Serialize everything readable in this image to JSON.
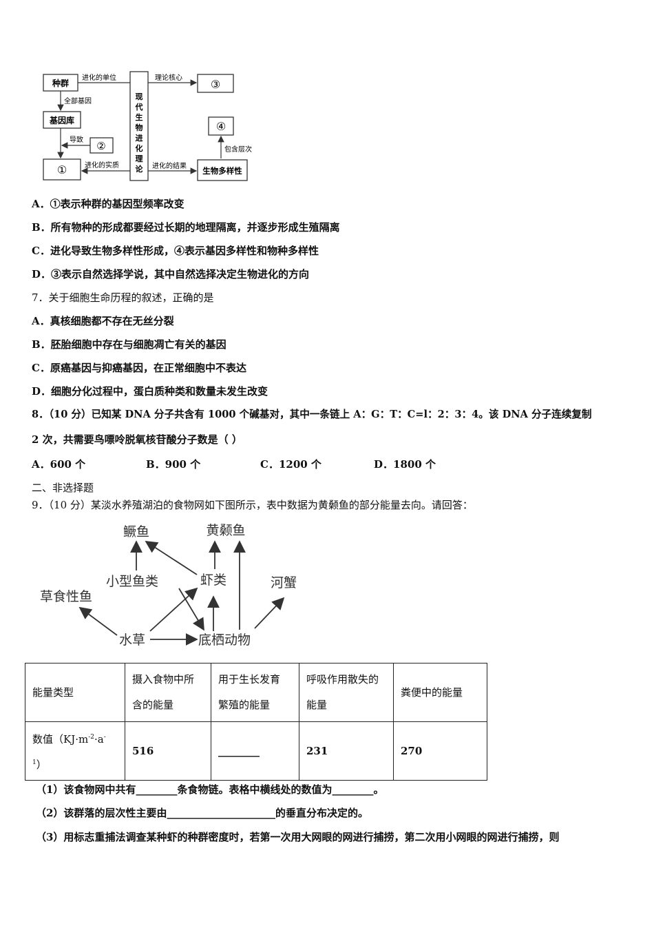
{
  "diagram1": {
    "zhongqun": "种群",
    "jinhua_danwei": "进化的单位",
    "quanbu_jiyin": "全部基因",
    "jiyinku": "基因库",
    "daozhi": "导致",
    "c2": "②",
    "c1": "①",
    "jinhua_shizhi": "进化的实质",
    "center": "现代生物进化理论",
    "lilun_hexin": "理论核心",
    "c3": "③",
    "c4": "④",
    "baohan_cengci": "包含层次",
    "jinhua_jieguo": "进化的结果",
    "shengwu_duoyangxing": "生物多样性"
  },
  "q6": {
    "A": "A．①表示种群的基因型频率改变",
    "B": "B．所有物种的形成都要经过长期的地理隔离，并逐步形成生殖隔离",
    "C": "C．进化导致生物多样性形成，④表示基因多样性和物种多样性",
    "D": "D．③表示自然选择学说，其中自然选择决定生物进化的方向"
  },
  "q7": {
    "stem": "7．关于细胞生命历程的叙述，正确的是",
    "A": "A．真核细胞都不存在无丝分裂",
    "B": "B．胚胎细胞中存在与细胞凋亡有关的基因",
    "C": "C．原癌基因与抑癌基因，在正常细胞中不表达",
    "D": "D．细胞分化过程中，蛋白质种类和数量未发生改变"
  },
  "q8": {
    "stem1": "8．（10 分）已知某 DNA 分子共含有 1000 个碱基对，其中一条链上 A：G：T：C=l：2：3：4。该 DNA 分子连续复制",
    "stem2": "2 次，共需要鸟嘌呤脱氧核苷酸分子数是（   ）",
    "A": "A．600 个",
    "B": "B．900 个",
    "C": "C．1200 个",
    "D": "D．1800 个"
  },
  "section2": "二、非选择题",
  "q9": {
    "stem": "9．（10 分）某淡水养殖湖泊的食物网如下图所示，表中数据为黄颡鱼的部分能量去向。请回答：",
    "food_web": {
      "guiyu": "鳜鱼",
      "huangsangyu": "黄颡鱼",
      "xiaoxing_yulei": "小型鱼类",
      "xialei": "虾类",
      "hexie": "河蟹",
      "caoshixingyu": "草食性鱼",
      "shuicao": "水草",
      "diqi_dongwu": "底栖动物"
    },
    "table": {
      "h1": "能量类型",
      "h2a": "摄入食物中所",
      "h2b": "含的能量",
      "h3a": "用于生长发育",
      "h3b": "繁殖的能量",
      "h4a": "呼吸作用散失的",
      "h4b": "能量",
      "h5": "粪便中的能量",
      "r1a": "数值（KJ·m",
      "r1sup1": "-2",
      "r1mid": "·a",
      "r1sup2": "-",
      "r1b_sup": "1",
      "r1b": "）",
      "v1": "516",
      "v2": "________",
      "v3": "231",
      "v4": "270"
    },
    "sub1": "（1）该食物网中共有________条食物链。表格中横线处的数值为________。",
    "sub2": "（2）该群落的层次性主要由_____________________的垂直分布决定的。",
    "sub3": "（3）用标志重捕法调查某种虾的种群密度时，若第一次用大网眼的网进行捕捞，第二次用小网眼的网进行捕捞，则"
  }
}
